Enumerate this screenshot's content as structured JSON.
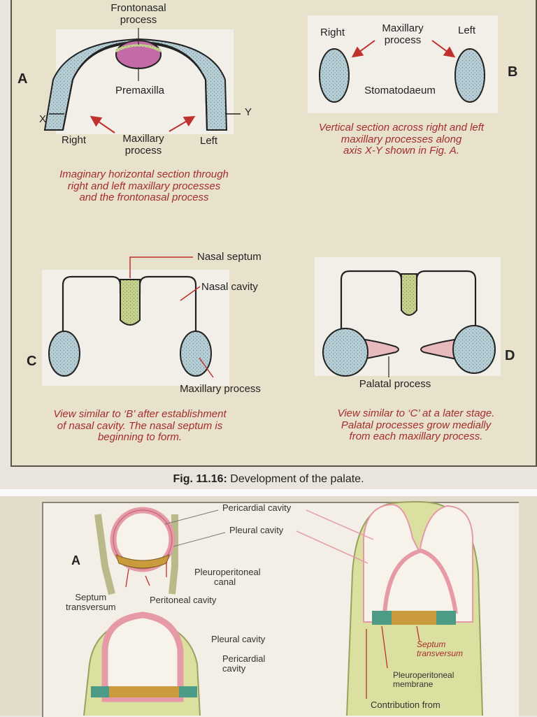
{
  "figA": {
    "letter": "A",
    "frontonasal_label_1": "Frontonasal",
    "frontonasal_label_2": "process",
    "premaxilla": "Premaxilla",
    "x_label": "X",
    "y_label": "Y",
    "right": "Right",
    "left": "Left",
    "maxillary_1": "Maxillary",
    "maxillary_2": "process",
    "caption_1": "Imaginary horizontal section through",
    "caption_2": "right and left maxillary processes",
    "caption_3": "and the frontonasal process"
  },
  "figB": {
    "letter": "B",
    "right": "Right",
    "left": "Left",
    "maxillary_1": "Maxillary",
    "maxillary_2": "process",
    "stomatodaeum": "Stomatodaeum",
    "caption_1": "Vertical section across right and left",
    "caption_2": "maxillary processes along",
    "caption_3": "axis X-Y shown in Fig. A."
  },
  "figC": {
    "letter": "C",
    "nasal_septum": "Nasal septum",
    "nasal_cavity": "Nasal cavity",
    "maxillary_process": "Maxillary process",
    "caption_1": "View similar to ‘B’ after establishment",
    "caption_2": "of nasal cavity. The nasal septum is",
    "caption_3": "beginning to form."
  },
  "figD": {
    "letter": "D",
    "palatal_process": "Palatal process",
    "caption_1": "View similar to ‘C’ at a later stage.",
    "caption_2": "Palatal processes grow medially",
    "caption_3": "from each maxillary process."
  },
  "figure_caption": {
    "number": "Fig. 11.16:",
    "text": " Development of the palate."
  },
  "next_figure": {
    "letter": "A",
    "pericardial_cavity": "Pericardial cavity",
    "pleural_cavity": "Pleural cavity",
    "pleuroperitoneal_canal_1": "Pleuroperitoneal",
    "pleuroperitoneal_canal_2": "canal",
    "peritoneal_cavity": "Peritoneal cavity",
    "septum_1": "Septum",
    "septum_2": "transversum",
    "pleural_cavity_2": "Pleural cavity",
    "pericardial_2a": "Pericardial",
    "pericardial_2b": "cavity",
    "septum_right_1": "Septum",
    "septum_right_2": "transversum",
    "membrane_1": "Pleuroperitoneal",
    "membrane_2": "membrane",
    "contribution": "Contribution from"
  },
  "colors": {
    "mesenchyme_fill": "#b8cfd6",
    "premaxilla_fill": "#c46aa6",
    "septum_fill": "#c5d18f",
    "palatal_fill": "#e8b9bd",
    "caption_red": "#a52c2c",
    "pericardium_pink": "#e59aa6",
    "body_wall_green": "#dbe0a0",
    "septum_brown": "#c99b3c",
    "membrane_teal": "#4c9b86"
  }
}
